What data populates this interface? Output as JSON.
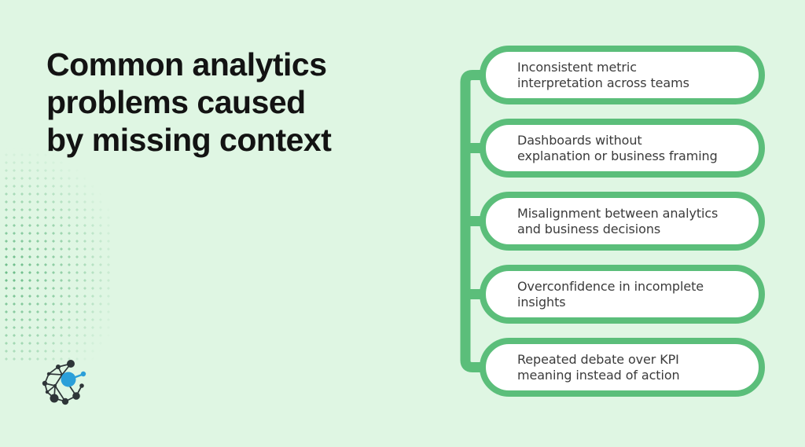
{
  "colors": {
    "background": "#DFF6E3",
    "accent": "#5BBE7A",
    "box_fill": "#FFFFFF",
    "box_text": "#3B3B3B",
    "title": "#131313",
    "dots": "#46A96B",
    "logo_dark": "#2E3538",
    "logo_blue": "#2B9FD9"
  },
  "title": {
    "text": "Common analytics\nproblems caused\nby missing context"
  },
  "diagram": {
    "items": [
      {
        "label": "Inconsistent metric\ninterpretation across teams"
      },
      {
        "label": "Dashboards without\nexplanation or business framing"
      },
      {
        "label": "Misalignment between analytics\nand business decisions"
      },
      {
        "label": "Overconfidence in incomplete\ninsights"
      },
      {
        "label": "Repeated debate over KPI\nmeaning instead of action"
      }
    ]
  },
  "logo": {
    "name": "network-graph-logo"
  }
}
